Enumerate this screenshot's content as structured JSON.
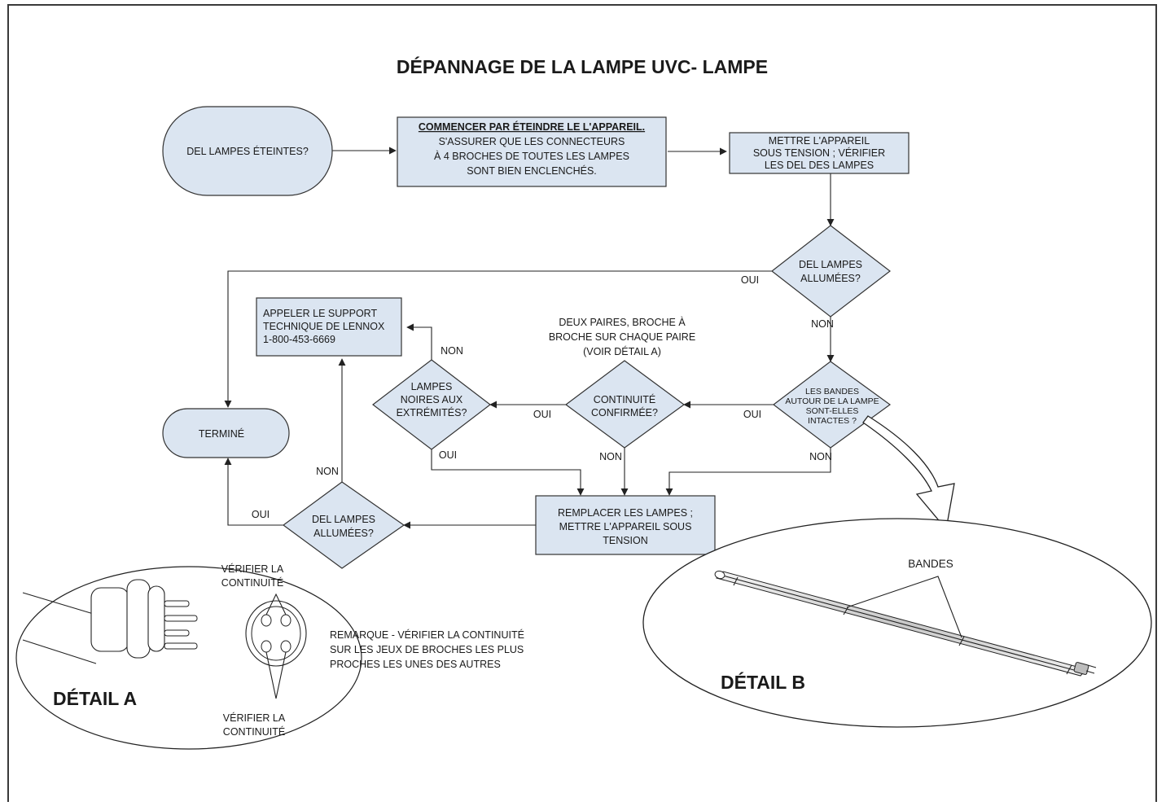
{
  "title": "DÉPANNAGE DE LA LAMPE UVC- LAMPE",
  "colors": {
    "box_fill": "#dbe5f1",
    "stroke": "#222222",
    "frame": "#3a3a3a"
  },
  "nodes": {
    "start": "DEL LAMPES ÉTEINTES?",
    "step1": {
      "heading": "COMMENCER PAR ÉTEINDRE LE L'APPAREIL.",
      "lines": [
        "S'ASSURER QUE LES CONNECTEURS",
        "À 4 BROCHES DE TOUTES LES LAMPES",
        "SONT BIEN ENCLENCHÉS."
      ]
    },
    "step2": [
      "METTRE L'APPAREIL",
      "SOUS TENSION ; VÉRIFIER",
      "LES DEL DES LAMPES"
    ],
    "decision1": [
      "DEL LAMPES",
      "ALLUMÉES?"
    ],
    "decision_bands": [
      "LES BANDES",
      "AUTOUR DE LA LAMPE",
      "SONT-ELLES",
      "INTACTES ?"
    ],
    "decision_continuity": [
      "CONTINUITÉ",
      "CONFIRMÉE?"
    ],
    "decision_black": [
      "LAMPES",
      "NOIRES AUX",
      "EXTRÉMITÉS?"
    ],
    "decision2": [
      "DEL LAMPES",
      "ALLUMÉES?"
    ],
    "replace": [
      "REMPLACER LES LAMPES ;",
      "METTRE L'APPAREIL SOUS",
      "TENSION"
    ],
    "support": [
      "APPELER LE SUPPORT",
      "TECHNIQUE DE LENNOX",
      "1-800-453-6669"
    ],
    "done": "TERMINÉ"
  },
  "continuity_note": [
    "DEUX PAIRES, BROCHE À",
    "BROCHE SUR CHAQUE PAIRE",
    "(VOIR DÉTAIL A)"
  ],
  "edge_labels": {
    "d1_yes": "OUI",
    "d1_no": "NON",
    "bands_yes": "OUI",
    "bands_no": "NON",
    "cont_yes": "OUI",
    "cont_no": "NON",
    "black_yes": "OUI",
    "black_no": "NON",
    "d2_yes": "OUI",
    "d2_no": "NON"
  },
  "detail_a": {
    "label": "DÉTAIL A",
    "check_top": [
      "VÉRIFIER LA",
      "CONTINUITÉ"
    ],
    "check_bottom": [
      "VÉRIFIER LA",
      "CONTINUITÉ"
    ],
    "remark": [
      "REMARQUE - VÉRIFIER LA CONTINUITÉ",
      "SUR LES JEUX DE BROCHES LES PLUS",
      "PROCHES LES UNES DES AUTRES"
    ]
  },
  "detail_b": {
    "label": "DÉTAIL B",
    "bands": "BANDES"
  }
}
